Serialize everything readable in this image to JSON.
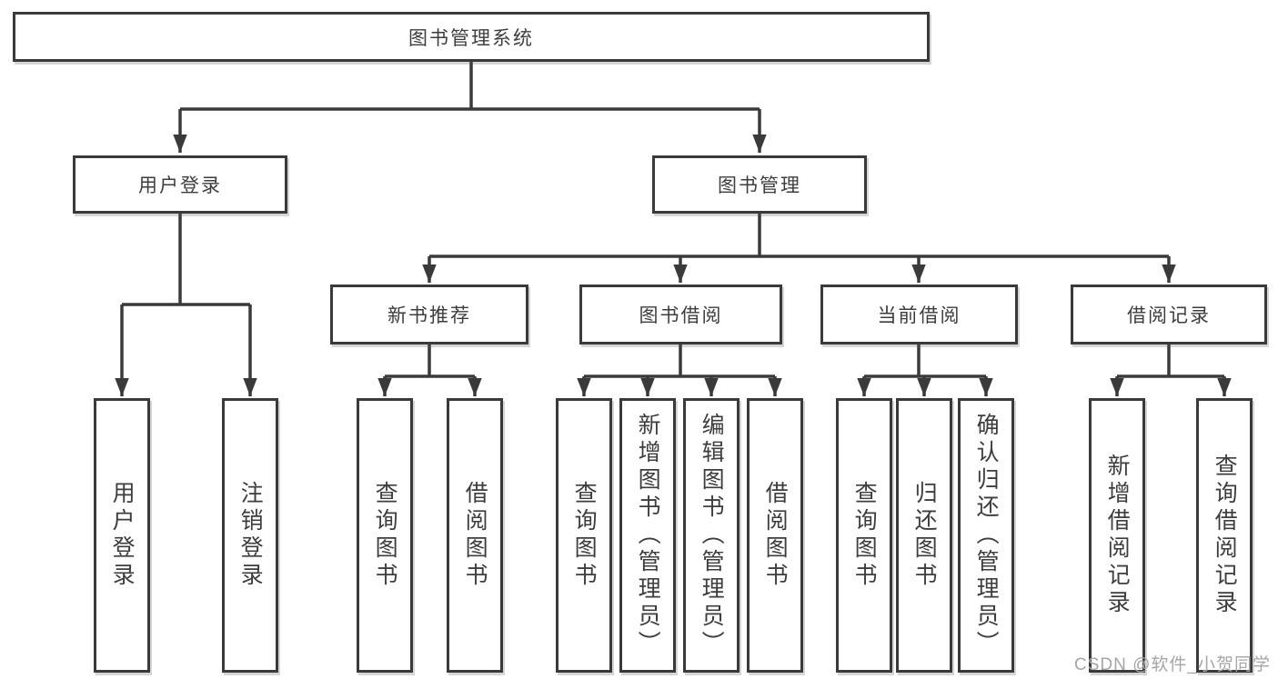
{
  "tree": {
    "root": {
      "label": "图书管理系统"
    },
    "branches": [
      {
        "label": "用户登录",
        "leaves": [
          {
            "label": "用户登录"
          },
          {
            "label": "注销登录"
          }
        ]
      },
      {
        "label": "图书管理",
        "groups": [
          {
            "label": "新书推荐",
            "leaves": [
              {
                "label": "查询图书"
              },
              {
                "label": "借阅图书"
              }
            ]
          },
          {
            "label": "图书借阅",
            "leaves": [
              {
                "label": "查询图书"
              },
              {
                "label": "新增图书（管理员）"
              },
              {
                "label": "编辑图书（管理员）"
              },
              {
                "label": "借阅图书"
              }
            ]
          },
          {
            "label": "当前借阅",
            "leaves": [
              {
                "label": "查询图书"
              },
              {
                "label": "归还图书"
              },
              {
                "label": "确认归还（管理员）"
              }
            ]
          },
          {
            "label": "借阅记录",
            "leaves": [
              {
                "label": "新增借阅记录"
              },
              {
                "label": "查询借阅记录"
              }
            ]
          }
        ]
      }
    ]
  },
  "watermark": {
    "text": "CSDN @软件_小贺同学"
  },
  "colors": {
    "line": "#3a3a3a",
    "box_border": "#3a3a3a",
    "text": "#3d3d3d",
    "background": "#ffffff",
    "watermark": "#a6a6a6"
  }
}
